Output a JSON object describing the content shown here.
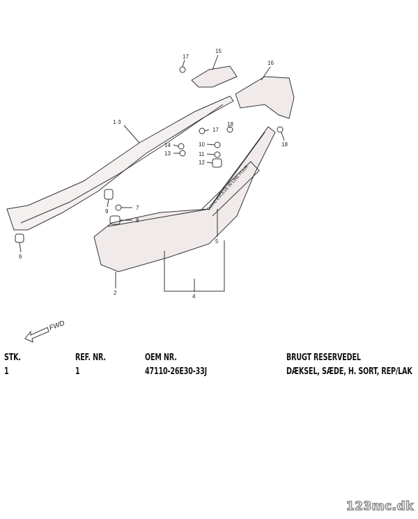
{
  "diagram": {
    "callouts": [
      "17",
      "15",
      "16",
      "1·3",
      "17",
      "18",
      "14",
      "13",
      "10",
      "11",
      "12",
      "18",
      "9",
      "7",
      "8",
      "6",
      "5",
      "2",
      "4"
    ],
    "fwd_label": "FWD",
    "part_lettering": "DOHC EVOLVE IN LINE FOUR"
  },
  "table": {
    "headers": [
      "STK.",
      "REF. NR.",
      "OEM NR.",
      "BRUGT RESERVEDEL"
    ],
    "rows": [
      [
        "1",
        "1",
        "47110-26E30-33J",
        "DÆKSEL, SÆDE, H. SORT, REP/LAK"
      ]
    ]
  },
  "watermark": "123mc.dk"
}
